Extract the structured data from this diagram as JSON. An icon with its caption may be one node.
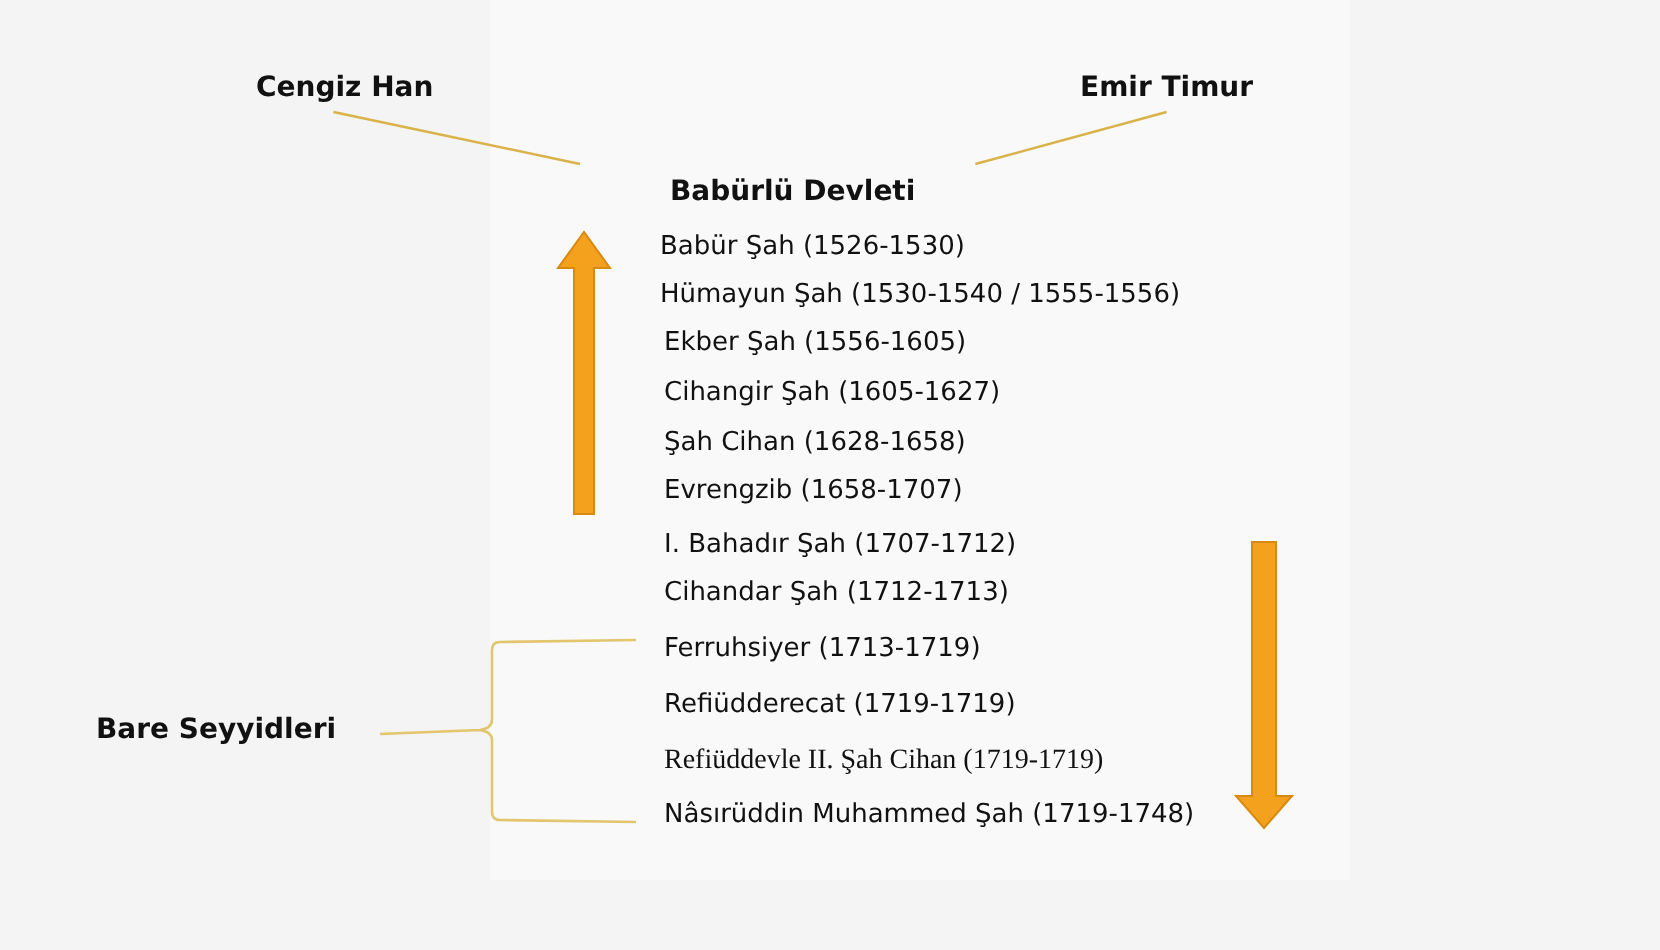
{
  "diagram": {
    "nodes": [
      {
        "text": [
          "Cengiz Han"
        ]
      },
      {
        "text": [
          "Emir Timur"
        ]
      },
      {
        "text": [
          "Babürlü Devleti"
        ]
      }
    ],
    "edges": [
      {
        "from": 0,
        "to": 2,
        "arrow": "none"
      },
      {
        "from": 1,
        "to": 2,
        "arrow": "none"
      }
    ],
    "labels": [
      "Babür Şah (1526-1530)",
      "Hümayun Şah (1530-1540 / 1555-1556)",
      "Ekber Şah (1556-1605)",
      "Cihangir Şah (1605-1627)",
      "Şah Cihan (1628-1658)",
      "Evrengzib (1658-1707)",
      "I. Bahadır Şah (1707-1712)",
      "Cihandar Şah (1712-1713)",
      "Ferruhsiyer (1713-1719)",
      "Refiüdderecat (1719-1719)",
      "Refiüddevle II. Şah Cihan (1719-1719)",
      "Nâsırüddin Muhammed Şah (1719-1748)",
      "Bare Seyyidleri"
    ]
  }
}
